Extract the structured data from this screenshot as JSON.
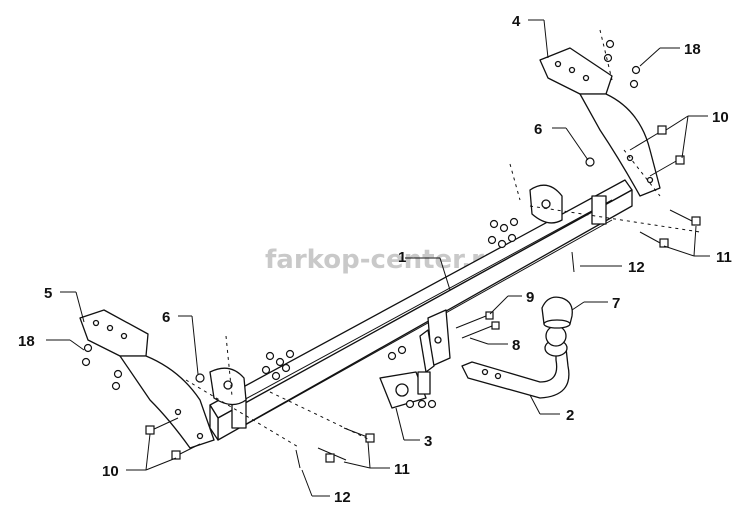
{
  "watermark": "farkop-center.ru",
  "callouts": [
    {
      "id": "1",
      "label": "1"
    },
    {
      "id": "2",
      "label": "2"
    },
    {
      "id": "3",
      "label": "3"
    },
    {
      "id": "4",
      "label": "4"
    },
    {
      "id": "5",
      "label": "5"
    },
    {
      "id": "6a",
      "label": "6"
    },
    {
      "id": "6b",
      "label": "6"
    },
    {
      "id": "7",
      "label": "7"
    },
    {
      "id": "8",
      "label": "8"
    },
    {
      "id": "9",
      "label": "9"
    },
    {
      "id": "10a",
      "label": "10"
    },
    {
      "id": "10b",
      "label": "10"
    },
    {
      "id": "11a",
      "label": "11"
    },
    {
      "id": "11b",
      "label": "11"
    },
    {
      "id": "12a",
      "label": "12"
    },
    {
      "id": "12b",
      "label": "12"
    },
    {
      "id": "18a",
      "label": "18"
    },
    {
      "id": "18b",
      "label": "18"
    }
  ]
}
